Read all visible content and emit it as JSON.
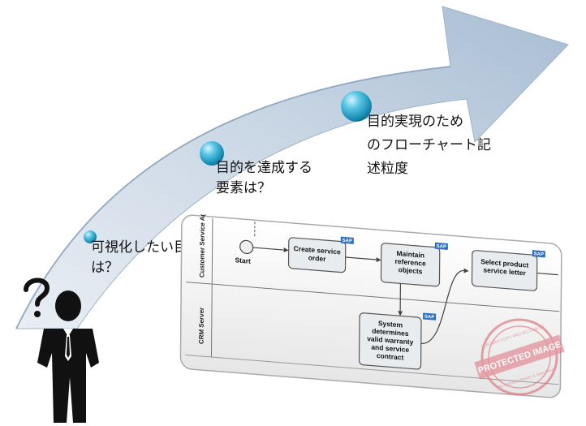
{
  "milestones": [
    {
      "text_line1": "可視化したい目的",
      "text_line2": "は？"
    },
    {
      "text_line1": "目的を達成する",
      "text_line2": "要素は？"
    },
    {
      "text_line1": "目的実現のため",
      "text_line2": "のフローチャート記",
      "text_line3": "述粒度"
    }
  ],
  "diagram": {
    "lanes": [
      "Customer Service Age",
      "CRM Server"
    ],
    "start_label": "Start",
    "tasks": [
      {
        "line1": "Create service",
        "line2": "order",
        "line3": "",
        "line4": ""
      },
      {
        "line1": "Maintain",
        "line2": "reference",
        "line3": "objects",
        "line4": ""
      },
      {
        "line1": "Select product",
        "line2": "service letter",
        "line3": "",
        "line4": ""
      },
      {
        "line1": "System",
        "line2": "determines",
        "line3": "valid warranty",
        "line4": "and service",
        "line5": "contract"
      }
    ],
    "sap_tag": "SAP"
  },
  "stamp": {
    "main": "PROTECTED IMAGE",
    "ring_top": "CONTENT COPY PROTECTION BY",
    "ring_bottom": "By Rebecca Rosen & Jake Beck"
  },
  "colors": {
    "arrow_light": "#eef3f8",
    "arrow_dark": "#7f97b5",
    "sphere": "#3fb6d9",
    "stamp": "#e07a85",
    "sap_blue": "#2b6fc2"
  }
}
